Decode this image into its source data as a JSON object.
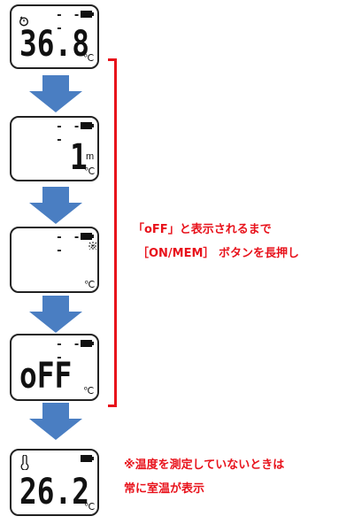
{
  "screens": {
    "s1": {
      "dashes": "- - -",
      "value": "36.8",
      "unit": "℃"
    },
    "s2": {
      "dashes": "- - -",
      "value": "1",
      "unit_top": "m",
      "unit": "℃"
    },
    "s3": {
      "dashes": "- - -",
      "unit": "℃"
    },
    "s4": {
      "dashes": "- - -",
      "value": "oFF",
      "unit": "℃"
    },
    "s5": {
      "value": "26.2",
      "unit": "℃"
    }
  },
  "instruction": {
    "line1": "「oFF」と表示されるまで",
    "line2": "［ON/MEM］ ボタンを長押し"
  },
  "note": {
    "line1": "※温度を測定していないときは",
    "line2": "常に室温が表示"
  },
  "colors": {
    "accent_red": "#e8121b",
    "arrow_blue": "#4a7ec2"
  }
}
